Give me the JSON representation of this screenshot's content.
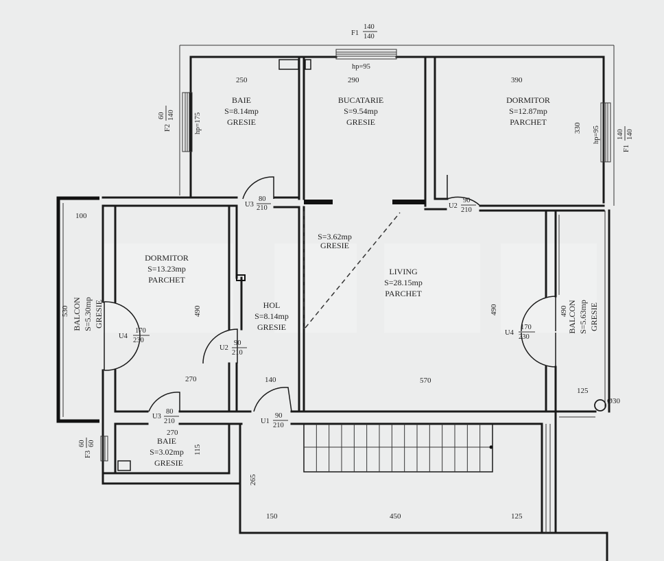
{
  "rooms": {
    "baie_top": {
      "name": "BAIE",
      "area": "S=8.14mp",
      "floor": "GRESIE"
    },
    "bucatarie": {
      "name": "BUCATARIE",
      "area": "S=9.54mp",
      "floor": "GRESIE"
    },
    "dormitor_top": {
      "name": "DORMITOR",
      "area": "S=12.87mp",
      "floor": "PARCHET"
    },
    "dormitor_left": {
      "name": "DORMITOR",
      "area": "S=13.23mp",
      "floor": "PARCHET"
    },
    "hol": {
      "name": "HOL",
      "area": "S=8.14mp",
      "floor": "GRESIE"
    },
    "hall_small": {
      "area": "S=3.62mp",
      "floor": "GRESIE"
    },
    "living": {
      "name": "LIVING",
      "area": "S=28.15mp",
      "floor": "PARCHET"
    },
    "baie_small": {
      "name": "BAIE",
      "area": "S=3.02mp",
      "floor": "GRESIE"
    },
    "balcon_left": {
      "name": "BALCON",
      "area": "S=5.30mp",
      "floor": "GRESIE"
    },
    "balcon_right": {
      "name": "BALCON",
      "area": "S=5.63mp",
      "floor": "GRESIE"
    }
  },
  "windows": {
    "f1_top": {
      "name": "F1",
      "num": "140",
      "den": "140",
      "hp": "hp=95"
    },
    "f1_right": {
      "name": "F1",
      "num": "140",
      "den": "140",
      "hp": "hp=95"
    },
    "f2_left": {
      "name": "F2",
      "num": "60",
      "den": "140",
      "hp": "hp=175"
    },
    "f3_left": {
      "name": "F3",
      "num": "60",
      "den": "60"
    }
  },
  "doors": {
    "u3_top": {
      "name": "U3",
      "num": "80",
      "den": "210"
    },
    "u2_top": {
      "name": "U2",
      "num": "90",
      "den": "210"
    },
    "u2_mid": {
      "name": "U2",
      "num": "90",
      "den": "210"
    },
    "u4_left": {
      "name": "U4",
      "num": "170",
      "den": "230"
    },
    "u4_right": {
      "name": "U4",
      "num": "170",
      "den": "230"
    },
    "u3_bottom": {
      "name": "U3",
      "num": "80",
      "den": "210"
    },
    "u1": {
      "name": "U1",
      "num": "90",
      "den": "210"
    }
  },
  "dimensions": {
    "d250": "250",
    "d290": "290",
    "d390": "390",
    "d330": "330",
    "d100": "100",
    "d530": "530",
    "d490_dorm": "490",
    "d490_living": "490",
    "d490_balcon": "490",
    "d570": "570",
    "d270_dorm": "270",
    "d270_baie": "270",
    "d140": "140",
    "d115": "115",
    "d125_balcon": "125",
    "d265": "265",
    "d150": "150",
    "d450": "450",
    "d125_bottom": "125",
    "d30": "Ø30"
  }
}
